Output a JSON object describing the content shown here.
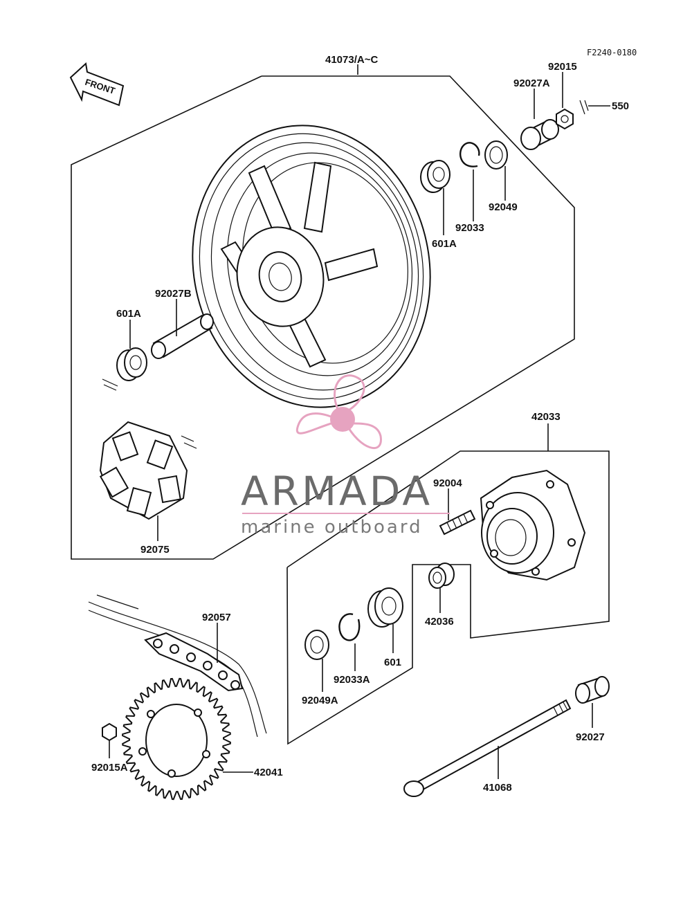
{
  "diagram_code": "F2240-0180",
  "front_label": "FRONT",
  "watermark": {
    "title": "ARMADA",
    "subtitle": "marine outboard",
    "color": "#e6a3c0"
  },
  "labels": {
    "wheel": "41073/A~C",
    "p92015": "92015",
    "p92027A": "92027A",
    "p550": "550",
    "p92049": "92049",
    "p92033": "92033",
    "p601A_top": "601A",
    "p92027B": "92027B",
    "p601A_left": "601A",
    "p92075": "92075",
    "p42033": "42033",
    "p92004": "92004",
    "p42036": "42036",
    "p601": "601",
    "p92033A": "92033A",
    "p92049A": "92049A",
    "p92057": "92057",
    "p92015A": "92015A",
    "p42041": "42041",
    "p41068": "41068",
    "p92027": "92027"
  }
}
